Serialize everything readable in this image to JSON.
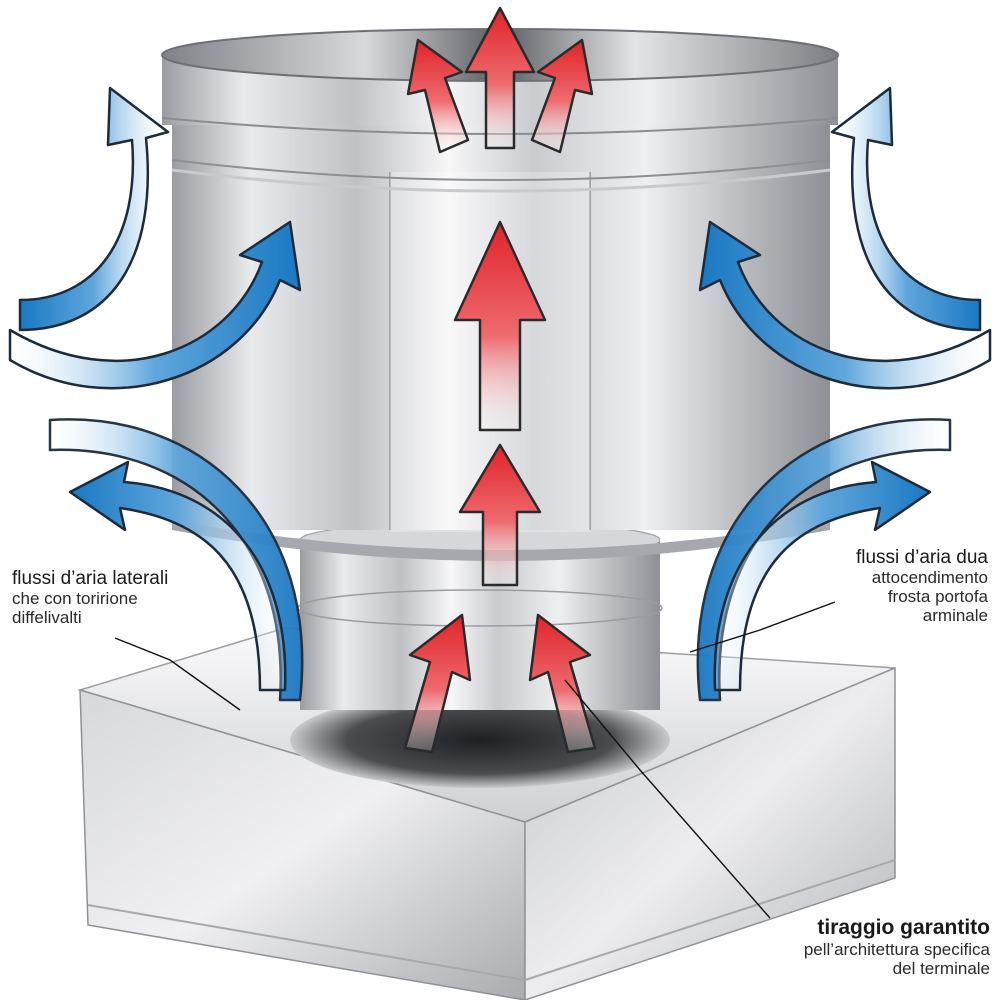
{
  "labels": {
    "left": {
      "line1": "flussi d’aria laterali",
      "line2": "che con toririone",
      "line3": "diffelivalti"
    },
    "right": {
      "line1": "flussi d’aria dua",
      "line2": "attocendimento",
      "line3": "frosta portofa",
      "line4": "arminale"
    },
    "bottom": {
      "line1": "tiraggio garantito",
      "line2": "pell’architettura specifica",
      "line3": "del terminale"
    }
  },
  "colors": {
    "hot_air": "#e0232a",
    "cold_air": "#1a78c2",
    "steel_light": "#f4f4f6",
    "steel_dark": "#8f9197",
    "text": "#1a1a1a"
  },
  "icons": {
    "hot": "red-up-arrow-icon",
    "cold": "blue-curved-arrow-icon"
  }
}
